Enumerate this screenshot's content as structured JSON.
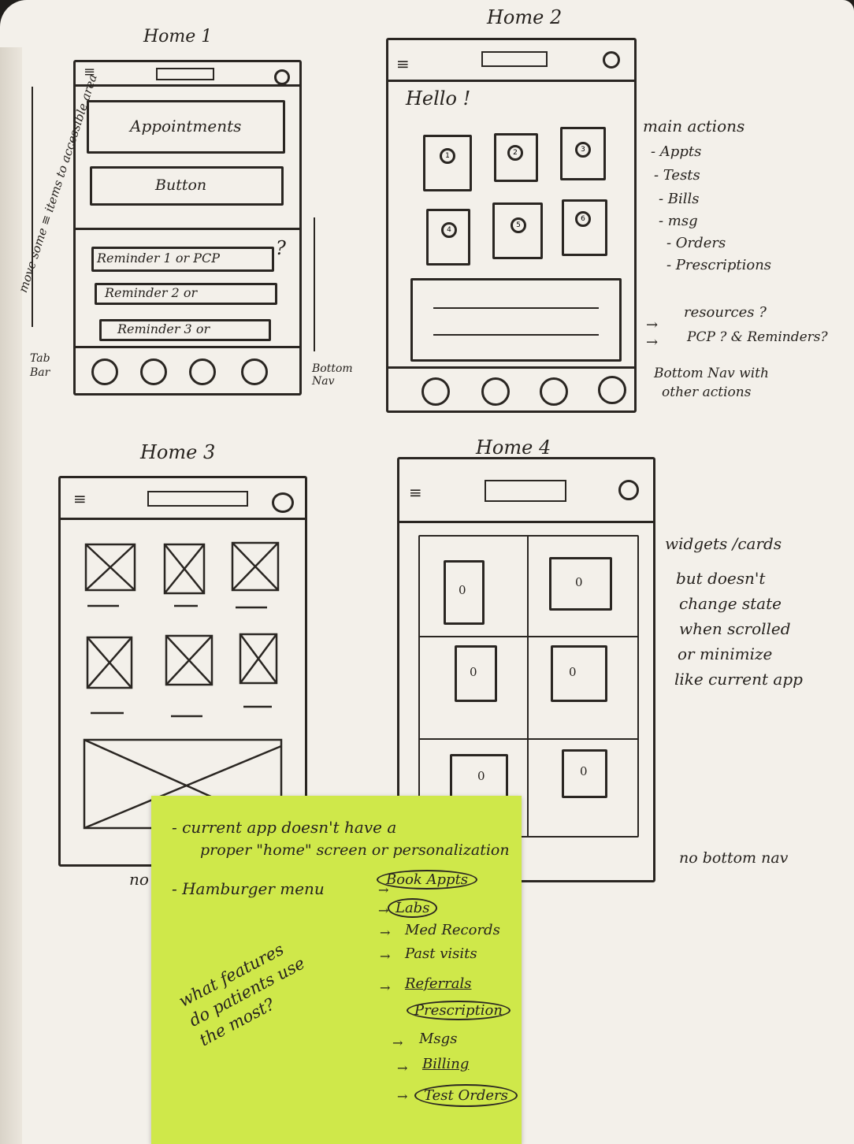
{
  "home1": {
    "title": "Home 1",
    "appointments": "Appointments",
    "button": "Button",
    "reminder1": "Reminder 1 or PCP",
    "reminder2": "Reminder 2 or",
    "reminder3": "Reminder 3 or",
    "question": "?",
    "side_note": "move some ≡ items to accessible area",
    "tab_bar": "Tab Bar",
    "bottom_nav": "Bottom Nav"
  },
  "home2": {
    "title": "Home 2",
    "hello": "Hello !",
    "tiles": [
      "1",
      "2",
      "3",
      "4",
      "5",
      "6"
    ],
    "notes_title": "main actions",
    "notes": [
      "- Appts",
      "- Tests",
      "- Bills",
      "- msg",
      "- Orders",
      "- Prescriptions"
    ],
    "resources": "resources ?",
    "pcp": "PCP ? & Reminders?",
    "bottom_note_1": "Bottom Nav with",
    "bottom_note_2": "other actions"
  },
  "home3": {
    "title": "Home 3",
    "no": "no"
  },
  "home4": {
    "title": "Home 4",
    "cell_label": "0",
    "notes": [
      "widgets /cards",
      "but doesn't",
      "change state",
      "when scrolled",
      "or minimize",
      "like current app"
    ],
    "no_bottom_nav": "no bottom nav"
  },
  "sticky": {
    "line1": "- current app doesn't have a",
    "line2": "proper \"home\" screen or personalization",
    "hamburger": "- Hamburger menu",
    "question": "what features do patients use the most?",
    "items": [
      "Book Appts",
      "Labs",
      "Med Records",
      "Past visits",
      "Referrals",
      "Prescription",
      "Msgs",
      "Billing",
      "Test Orders"
    ]
  }
}
